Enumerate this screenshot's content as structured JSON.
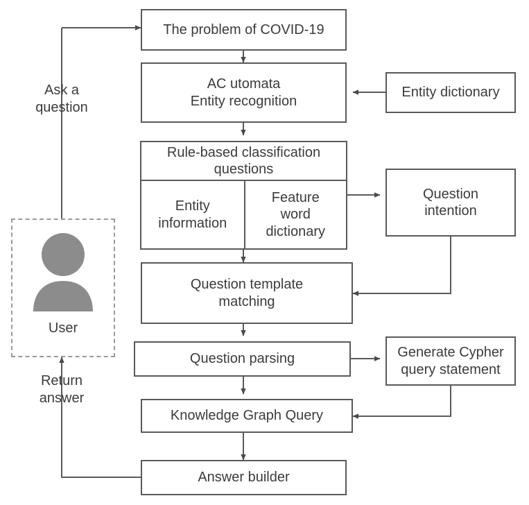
{
  "diagram": {
    "title": "COVID-19 knowledge graph question answering flowchart",
    "line_color": "#595959",
    "text_color": "#3b3b3b",
    "avatar_color": "#8c8c8c",
    "dashed_color": "#9a9a9a",
    "nodes": {
      "problem": "The problem of COVID-19",
      "ac_automata": "AC utomata\nEntity recognition",
      "entity_dictionary": "Entity dictionary",
      "rule_based": "Rule-based classification\nquestions",
      "entity_information": "Entity\ninformation",
      "feature_word_dictionary": "Feature\nword\ndictionary",
      "question_intention": "Question\nintention",
      "question_template_matching": "Question template\nmatching",
      "question_parsing": "Question parsing",
      "generate_cypher": "Generate Cypher\nquery statement",
      "knowledge_graph_query": "Knowledge Graph Query",
      "answer_builder": "Answer builder",
      "user": "User"
    },
    "edge_labels": {
      "ask_a_question": "Ask a\nquestion",
      "return_answer": "Return\nanswer"
    },
    "icons": {
      "user_avatar": "user-avatar-icon"
    }
  }
}
